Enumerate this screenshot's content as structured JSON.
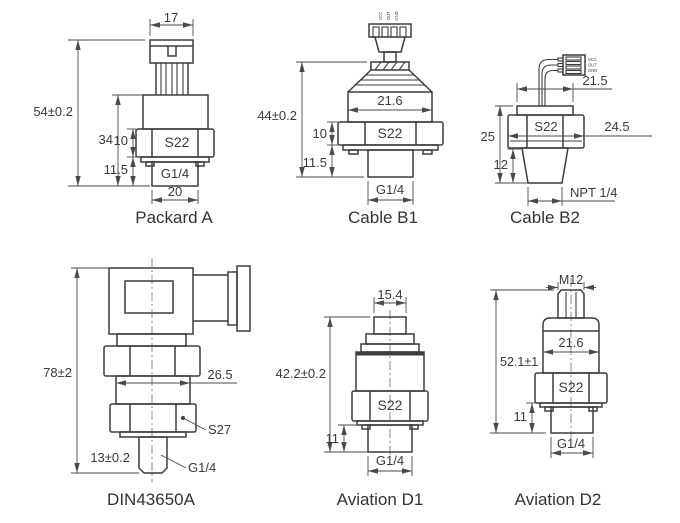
{
  "drawing_title": "pressure-sensor-connection-dimension-drawings",
  "colors": {
    "background": "#ffffff",
    "outline": "#3d3d3d",
    "dimension_line": "#4a4a4a",
    "text": "#3a3a3a"
  },
  "figures": {
    "packard_a": {
      "label": "Packard A",
      "dims": {
        "top_width": "17",
        "overall_height": "54±0.2",
        "upper_height": "34",
        "hex_height": "10",
        "lower_height": "11.5",
        "hex_size": "S22",
        "thread": "G1/4",
        "bottom_width": "20"
      }
    },
    "cable_b1": {
      "label": "Cable B1",
      "wire_labels": [
        "VCC",
        "OUT",
        "GND"
      ],
      "dims": {
        "body_width": "21.6",
        "overall_height": "44±0.2",
        "hex_height": "10",
        "lower_height": "11.5",
        "hex_size": "S22",
        "thread": "G1/4"
      }
    },
    "cable_b2": {
      "label": "Cable B2",
      "wire_labels": [
        "VCC",
        "OUT",
        "GND"
      ],
      "dims": {
        "cap_width": "21.5",
        "hex_width": "24.5",
        "overall_height": "25",
        "thread_height": "12",
        "hex_size": "S22",
        "thread": "NPT 1/4"
      }
    },
    "din43650a": {
      "label": "DIN43650A",
      "dims": {
        "overall_height": "78±2",
        "body_width": "26.5",
        "hex_size": "S27",
        "thread_height": "13±0.2",
        "thread": "G1/4"
      }
    },
    "aviation_d1": {
      "label": "Aviation D1",
      "dims": {
        "top_width": "15.4",
        "overall_height": "42.2±0.2",
        "lower_height": "11",
        "hex_size": "S22",
        "thread": "G1/4"
      }
    },
    "aviation_d2": {
      "label": "Aviation D2",
      "dims": {
        "top_thread": "M12",
        "overall_height": "52.1±1",
        "body_width": "21.6",
        "lower_height": "11",
        "hex_size": "S22",
        "thread": "G1/4"
      }
    }
  }
}
